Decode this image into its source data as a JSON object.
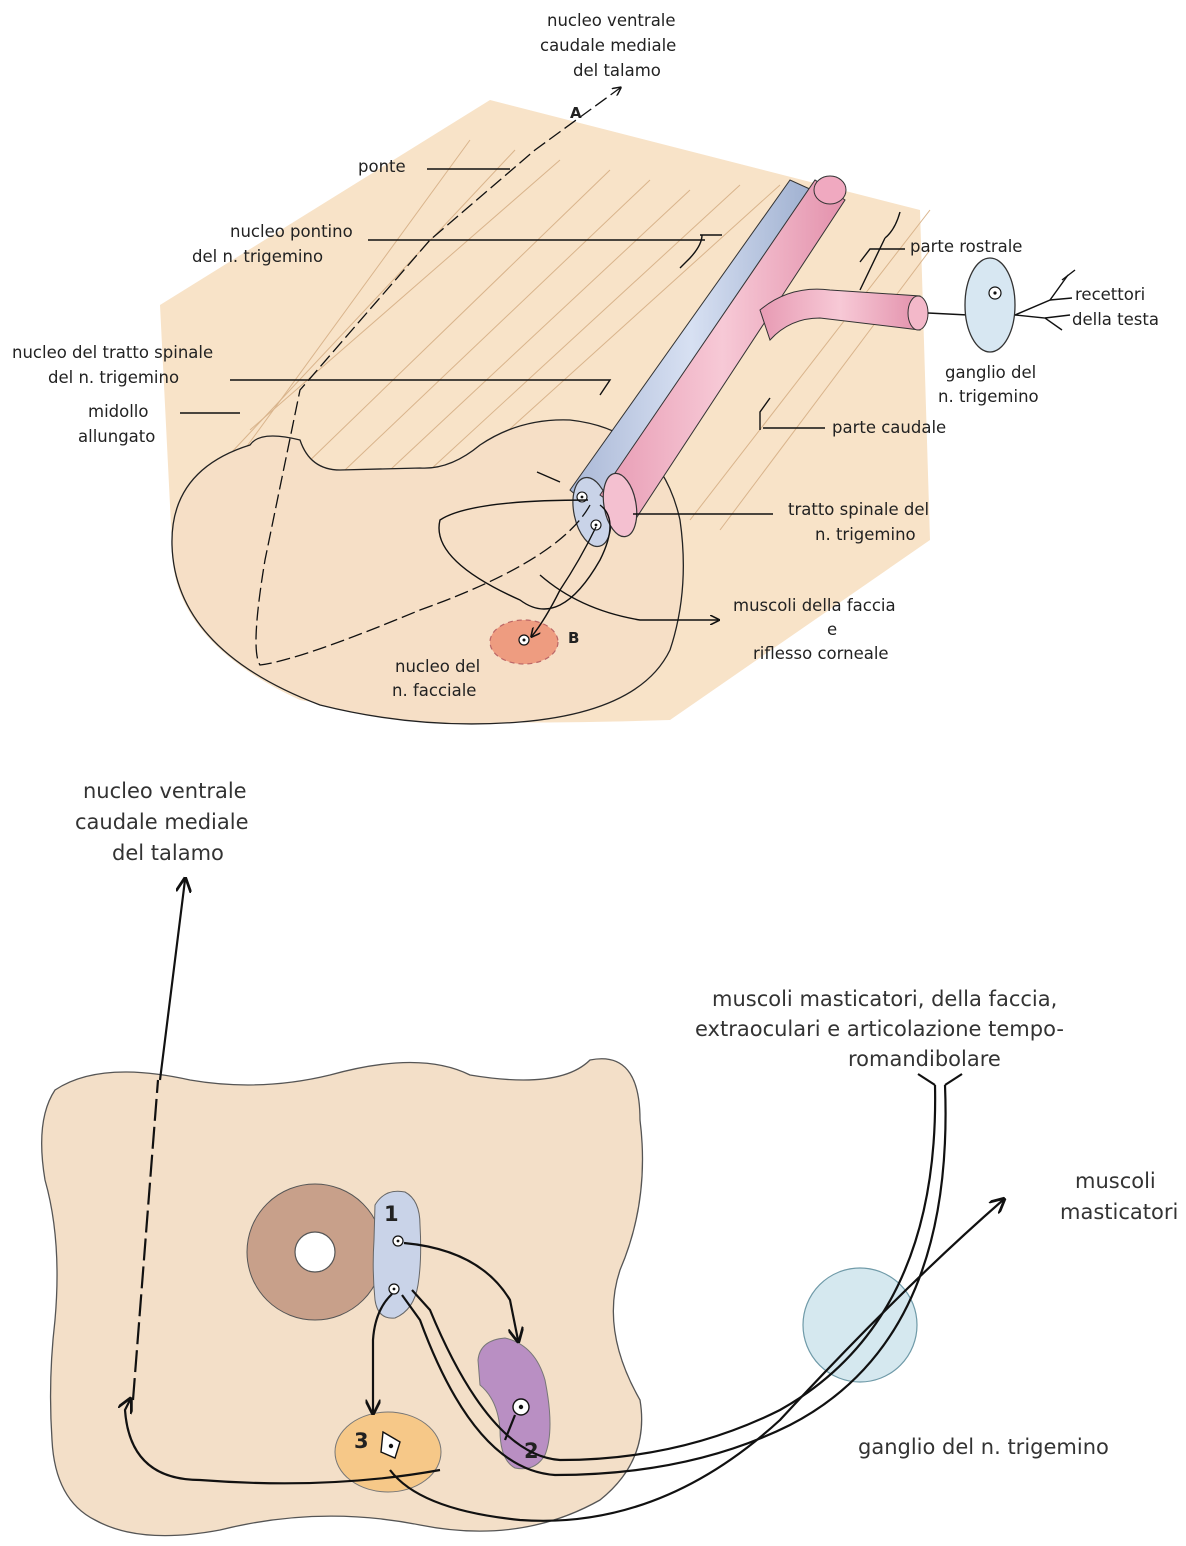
{
  "colors": {
    "tissue": "#f8e6cf",
    "tissue_stripe": "#efc9a0",
    "nucleus_blue": "#c9d3e8",
    "tract_pink": "#f2b6c8",
    "facial_nucleus": "#ee9c80",
    "ganglion": "#d5e8ef",
    "brown_ring": "#c8a08a",
    "purple_nucleus": "#b98fc3",
    "orange_nucleus": "#f6c888",
    "medulla_bottom": "#f3dfc8"
  },
  "top_figure": {
    "labels": {
      "thalamus": [
        "nucleo ventrale",
        "caudale mediale",
        "del talamo"
      ],
      "marker_a": "A",
      "marker_b": "B",
      "ponte": "ponte",
      "pontine_nucleus": [
        "nucleo pontino",
        "del n. trigemino"
      ],
      "spinal_nucleus": [
        "nucleo del tratto spinale",
        "del n. trigemino"
      ],
      "medulla": [
        "midollo",
        "allungato"
      ],
      "rostral_part": "parte rostrale",
      "head_receptors": [
        "recettori",
        "della testa"
      ],
      "ganglion": [
        "ganglio del",
        "n. trigemino"
      ],
      "caudal_part": "parte caudale",
      "spinal_tract": [
        "tratto spinale del",
        "n. trigemino"
      ],
      "face_muscles": [
        "muscoli della faccia",
        "e",
        "riflesso corneale"
      ],
      "facial_nucleus": [
        "nucleo del",
        "n. facciale"
      ]
    }
  },
  "bottom_figure": {
    "labels": {
      "thalamus": [
        "nucleo ventrale",
        "caudale mediale",
        "del talamo"
      ],
      "targets": [
        "muscoli masticatori, della faccia,",
        "extraoculari e articolazione tempo-",
        "romandibolare"
      ],
      "masticatory": [
        "muscoli",
        "masticatori"
      ],
      "ganglion": "ganglio del n. trigemino",
      "n1": "1",
      "n2": "2",
      "n3": "3"
    }
  },
  "icons": [
    "arrowhead-icon",
    "neuron-cell-icon"
  ]
}
